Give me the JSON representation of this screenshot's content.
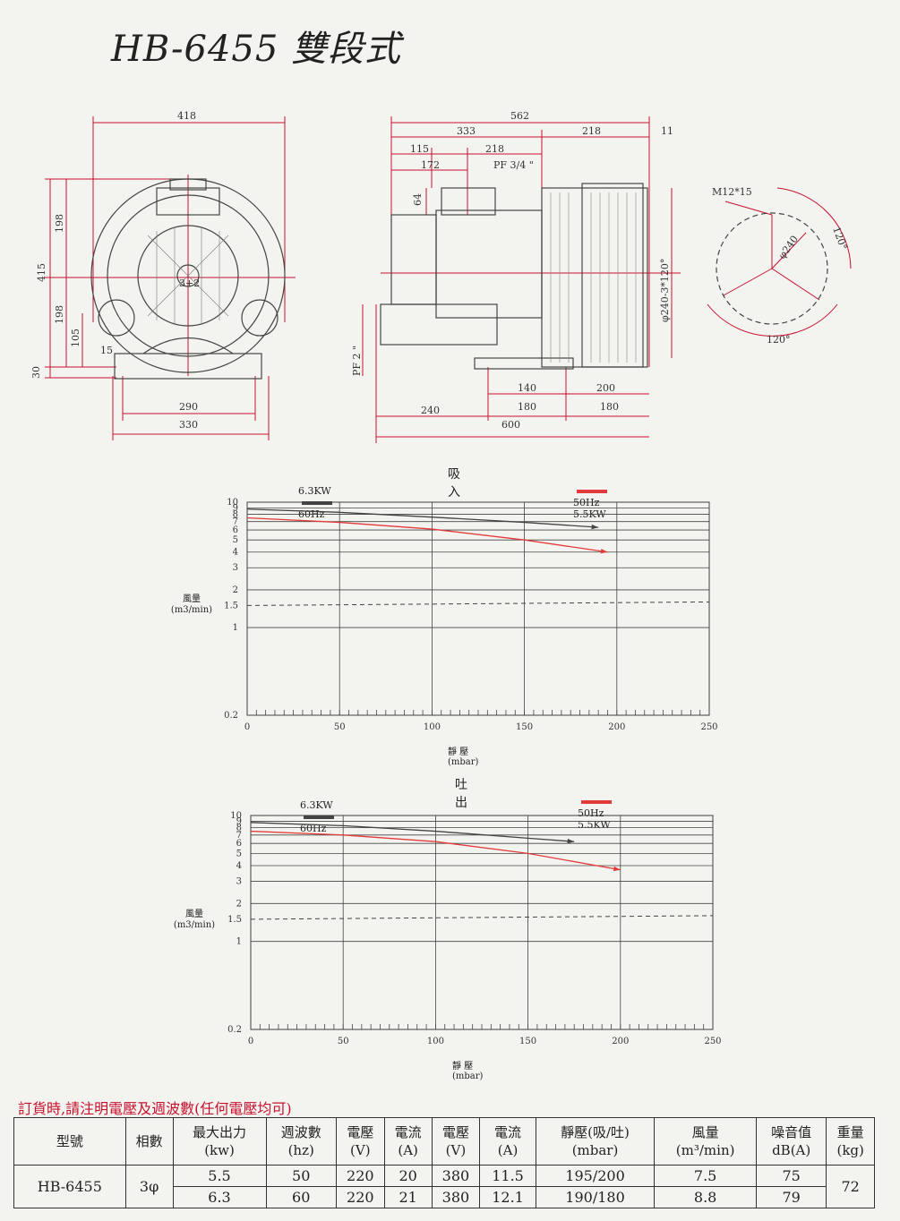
{
  "title": "HB-6455 雙段式",
  "drawing": {
    "front_dims": [
      "418",
      "415",
      "198",
      "198",
      "105",
      "15",
      "30",
      "290",
      "330",
      "3+2"
    ],
    "side_dims": [
      "562",
      "333",
      "218",
      "11",
      "115",
      "218",
      "172",
      "PF 3/4 \"",
      "64",
      "PF 2 \"",
      "140",
      "200",
      "180",
      "180",
      "240",
      "600",
      "φ240-3*120°"
    ],
    "flange_dims": [
      "M12*15",
      "φ240",
      "120°",
      "120°"
    ]
  },
  "charts": [
    {
      "title": "吸入",
      "legend": [
        {
          "power": "6.3KW",
          "freq": "60Hz",
          "color": "#444444"
        },
        {
          "freq": "50Hz",
          "power": "5.5KW",
          "color": "#e23b3b"
        }
      ],
      "ylabel": "風量",
      "yunit": "(m3/min)",
      "xlabel": "靜 壓(mbar)"
    },
    {
      "title": "吐出",
      "legend": [
        {
          "power": "6.3KW",
          "freq": "60Hz",
          "color": "#444444"
        },
        {
          "freq": "50Hz",
          "power": "5.5KW",
          "color": "#e23b3b"
        }
      ],
      "ylabel": "風量",
      "yunit": "(m3/min)",
      "xlabel": "靜 壓(mbar)"
    }
  ],
  "chart_data": [
    {
      "type": "line",
      "title": "吸入",
      "xlabel": "靜 壓(mbar)",
      "ylabel": "風量 (m3/min)",
      "yscale": "log",
      "xlim": [
        0,
        250
      ],
      "ylim": [
        0.2,
        10
      ],
      "x_ticks": [
        "0",
        "50",
        "100",
        "150",
        "200",
        "250"
      ],
      "y_ticks": [
        "0.2",
        "1",
        "1.5",
        "2",
        "3",
        "4",
        "5",
        "6",
        "7",
        "8",
        "9",
        "10"
      ],
      "series": [
        {
          "name": "6.3KW 60Hz",
          "color": "#444444",
          "x": [
            0,
            50,
            100,
            150,
            190
          ],
          "y": [
            8.8,
            8.3,
            7.6,
            6.9,
            6.3
          ]
        },
        {
          "name": "50Hz 5.5KW",
          "color": "#e23b3b",
          "x": [
            0,
            50,
            100,
            150,
            195
          ],
          "y": [
            7.5,
            6.9,
            6.1,
            5.0,
            4.0
          ]
        }
      ],
      "reference_line": {
        "y": 1.5,
        "style": "dashed"
      },
      "grid": true,
      "legend_position": "top"
    },
    {
      "type": "line",
      "title": "吐出",
      "xlabel": "靜 壓(mbar)",
      "ylabel": "風量 (m3/min)",
      "yscale": "log",
      "xlim": [
        0,
        250
      ],
      "ylim": [
        0.2,
        10
      ],
      "x_ticks": [
        "0",
        "50",
        "100",
        "150",
        "200",
        "250"
      ],
      "y_ticks": [
        "0.2",
        "1",
        "1.5",
        "2",
        "3",
        "4",
        "5",
        "6",
        "7",
        "8",
        "9",
        "10"
      ],
      "series": [
        {
          "name": "6.3KW 60Hz",
          "color": "#444444",
          "x": [
            0,
            50,
            100,
            150,
            175
          ],
          "y": [
            8.8,
            8.3,
            7.5,
            6.6,
            6.2
          ]
        },
        {
          "name": "50Hz 5.5KW",
          "color": "#e23b3b",
          "x": [
            0,
            50,
            100,
            150,
            200
          ],
          "y": [
            7.5,
            7.0,
            6.2,
            5.0,
            3.7
          ]
        }
      ],
      "reference_line": {
        "y": 1.5,
        "style": "dashed"
      },
      "grid": true,
      "legend_position": "top"
    }
  ],
  "note": "訂貨時,請注明電壓及週波數(任何電壓均可)",
  "table": {
    "headers": [
      {
        "l1": "型號",
        "l2": ""
      },
      {
        "l1": "相數",
        "l2": ""
      },
      {
        "l1": "最大出力",
        "l2": "(kw)"
      },
      {
        "l1": "週波數",
        "l2": "(hz)"
      },
      {
        "l1": "電壓",
        "l2": "(V)"
      },
      {
        "l1": "電流",
        "l2": "(A)"
      },
      {
        "l1": "電壓",
        "l2": "(V)"
      },
      {
        "l1": "電流",
        "l2": "(A)"
      },
      {
        "l1": "靜壓(吸/吐)",
        "l2": "(mbar)"
      },
      {
        "l1": "風量",
        "l2": "(m³/min)"
      },
      {
        "l1": "噪音值",
        "l2": "dB(A)"
      },
      {
        "l1": "重量",
        "l2": "(kg)"
      }
    ],
    "model": "HB-6455",
    "phase": "3φ",
    "weight": "72",
    "rows": [
      [
        "5.5",
        "50",
        "220",
        "20",
        "380",
        "11.5",
        "195/200",
        "7.5",
        "75"
      ],
      [
        "6.3",
        "60",
        "220",
        "21",
        "380",
        "12.1",
        "190/180",
        "8.8",
        "79"
      ]
    ]
  }
}
